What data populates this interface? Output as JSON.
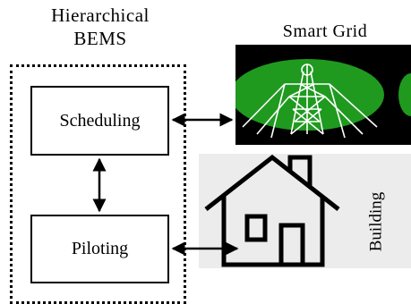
{
  "title": {
    "line1": "Hierarchical",
    "line2": "BEMS"
  },
  "blocks": {
    "scheduling": "Scheduling",
    "piloting": "Piloting"
  },
  "smart_grid": {
    "label": "Smart Grid"
  },
  "building": {
    "label": "Building"
  },
  "colors": {
    "grid_background": "#000000",
    "grid_disc": "#1f9a1f",
    "grid_tower": "#ffffff",
    "stroke": "#000000",
    "building_bg": "#ececec"
  },
  "icons": [
    "transmission-tower-icon",
    "house-icon"
  ]
}
